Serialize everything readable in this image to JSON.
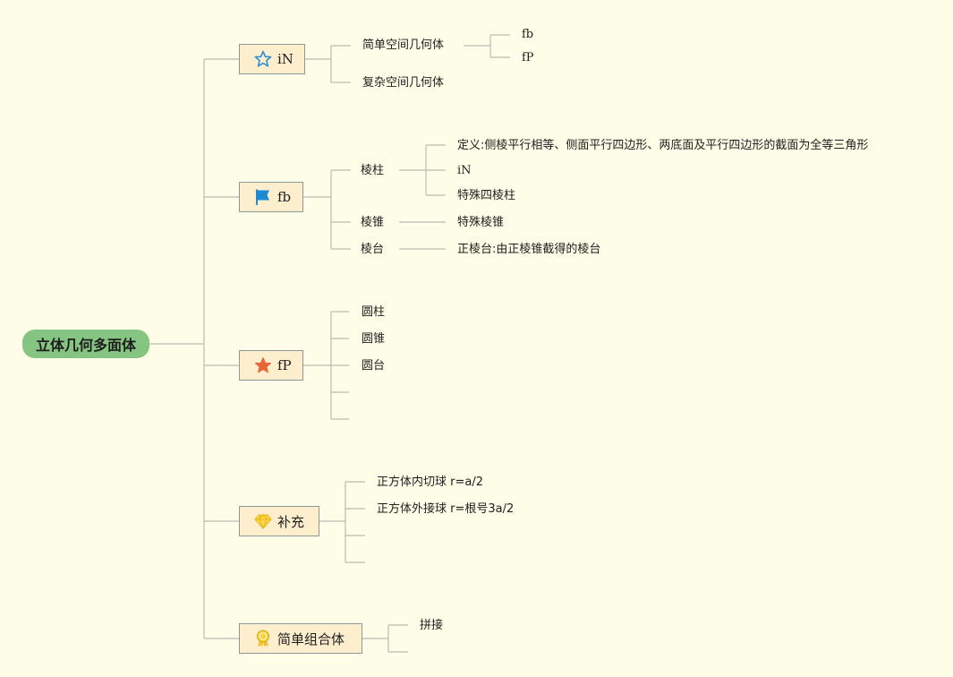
{
  "root": {
    "label": "立体几何多面体"
  },
  "branch1": {
    "label": "iN",
    "icon": "star-outline-icon",
    "items": {
      "simple": "简单空间几何体",
      "simple_fb": "fb",
      "simple_fP": "fP",
      "complex": "复杂空间几何体"
    }
  },
  "branch2": {
    "label": "fb",
    "icon": "flag-icon",
    "prism": {
      "label": "棱柱",
      "definition": "定义:侧棱平行相等、侧面平行四边形、两底面及平行四边形的截面为全等三角形",
      "iN": "iN",
      "special": "特殊四棱柱"
    },
    "pyramid": {
      "label": "棱锥",
      "special": "特殊棱锥"
    },
    "frustum": {
      "label": "棱台",
      "regular": "正棱台:由正棱锥截得的棱台"
    }
  },
  "branch3": {
    "label": "fP",
    "icon": "star-filled-icon",
    "items": [
      "圆柱",
      "圆锥",
      "圆台"
    ]
  },
  "branch4": {
    "label": "补充",
    "icon": "diamond-icon",
    "items": [
      "正方体内切球 r=a/2",
      "正方体外接球 r=根号3a/2"
    ]
  },
  "branch5": {
    "label": "简单组合体",
    "icon": "award-icon",
    "items": [
      "拼接"
    ]
  },
  "colors": {
    "background": "#fefee8",
    "root_fill": "#86c481",
    "topic_fill": "#fdefcd",
    "line": "#b7bdb0"
  }
}
